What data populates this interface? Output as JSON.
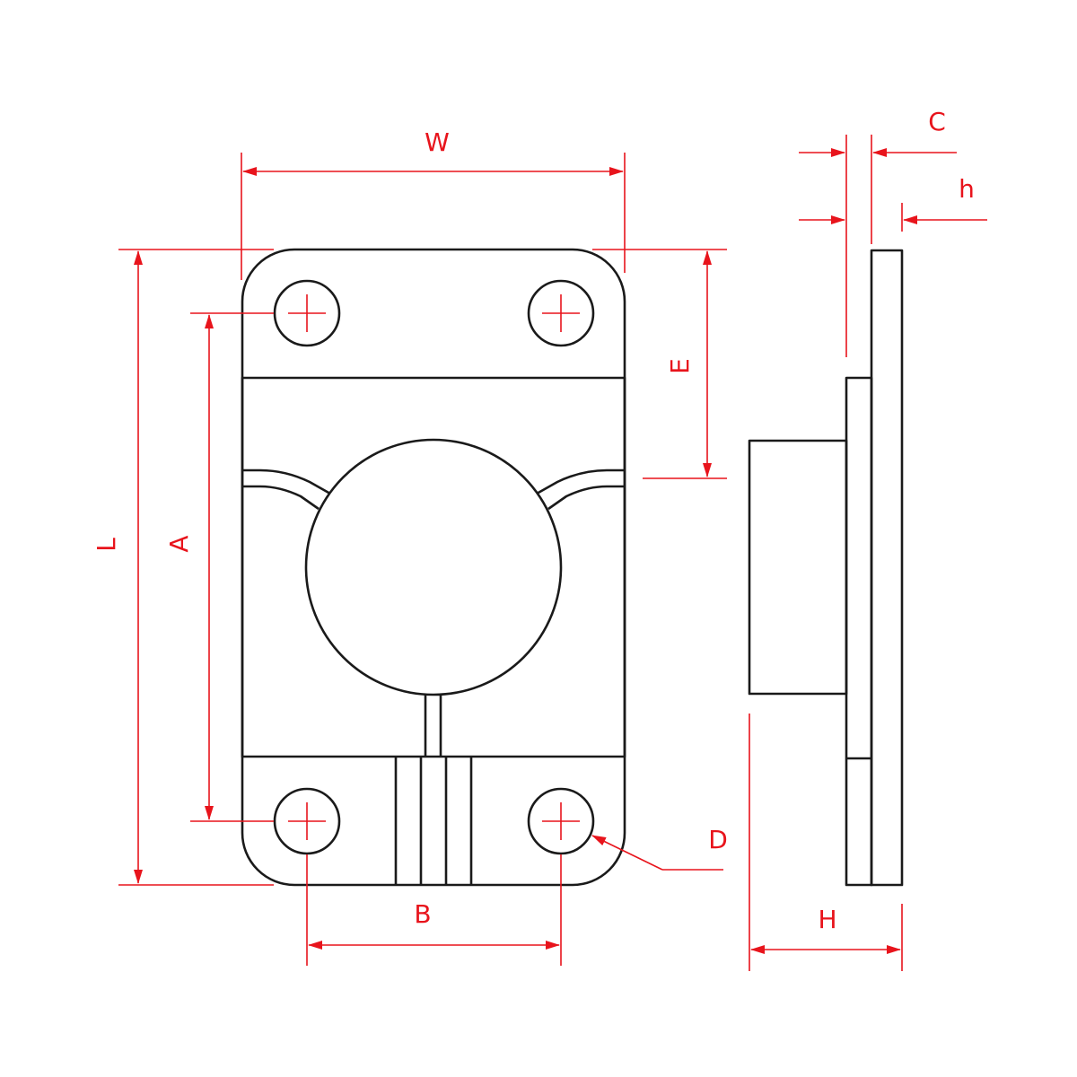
{
  "dimension_labels": {
    "w": "W",
    "l": "L",
    "a": "A",
    "b": "B",
    "e": "E",
    "d": "D",
    "c": "C",
    "h_small": "h",
    "h_large": "H"
  },
  "colors": {
    "part_outline": "#1a1a1a",
    "dimension": "#e8141c",
    "background": "#ffffff"
  }
}
